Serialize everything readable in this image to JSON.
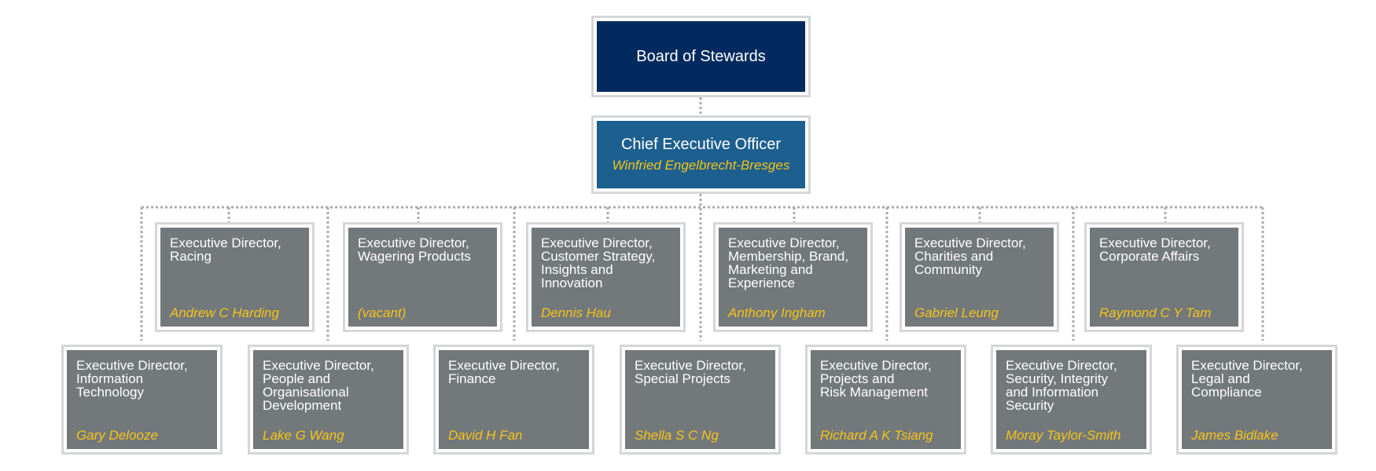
{
  "org_chart": {
    "board": {
      "title": "Board of Stewards"
    },
    "ceo": {
      "title": "Chief Executive Officer",
      "person": "Winfried Engelbrecht-Bresges"
    },
    "upper_row": [
      {
        "title": "Executive Director,\nRacing",
        "person": "Andrew C Harding"
      },
      {
        "title": "Executive Director,\nWagering Products",
        "person": "(vacant)"
      },
      {
        "title": "Executive Director,\nCustomer Strategy,\nInsights and\nInnovation",
        "person": "Dennis Hau"
      },
      {
        "title": "Executive Director,\nMembership, Brand,\nMarketing and\nExperience",
        "person": "Anthony Ingham"
      },
      {
        "title": "Executive Director,\nCharities and\nCommunity",
        "person": "Gabriel Leung"
      },
      {
        "title": "Executive Director,\nCorporate Affairs",
        "person": "Raymond C Y Tam"
      }
    ],
    "lower_row": [
      {
        "title": "Executive Director,\nInformation\nTechnology",
        "person": "Gary Delooze"
      },
      {
        "title": "Executive Director,\nPeople and\nOrganisational\nDevelopment",
        "person": "Lake G Wang"
      },
      {
        "title": "Executive Director,\nFinance",
        "person": "David H Fan"
      },
      {
        "title": "Executive Director,\nSpecial Projects",
        "person": "Shella S C Ng"
      },
      {
        "title": "Executive Director,\nProjects and\nRisk Management",
        "person": "Richard A K Tsiang"
      },
      {
        "title": "Executive Director,\nSecurity, Integrity\nand Information\nSecurity",
        "person": "Moray Taylor-Smith"
      },
      {
        "title": "Executive Director,\nLegal and\nCompliance",
        "person": "James Bidlake"
      }
    ]
  },
  "colors": {
    "board_fill": "#022a5e",
    "ceo_fill": "#1d5f8e",
    "director_fill": "#73787b",
    "name_text": "#f6c417",
    "border": "#d4d6d8",
    "connector": "#a9abae"
  }
}
